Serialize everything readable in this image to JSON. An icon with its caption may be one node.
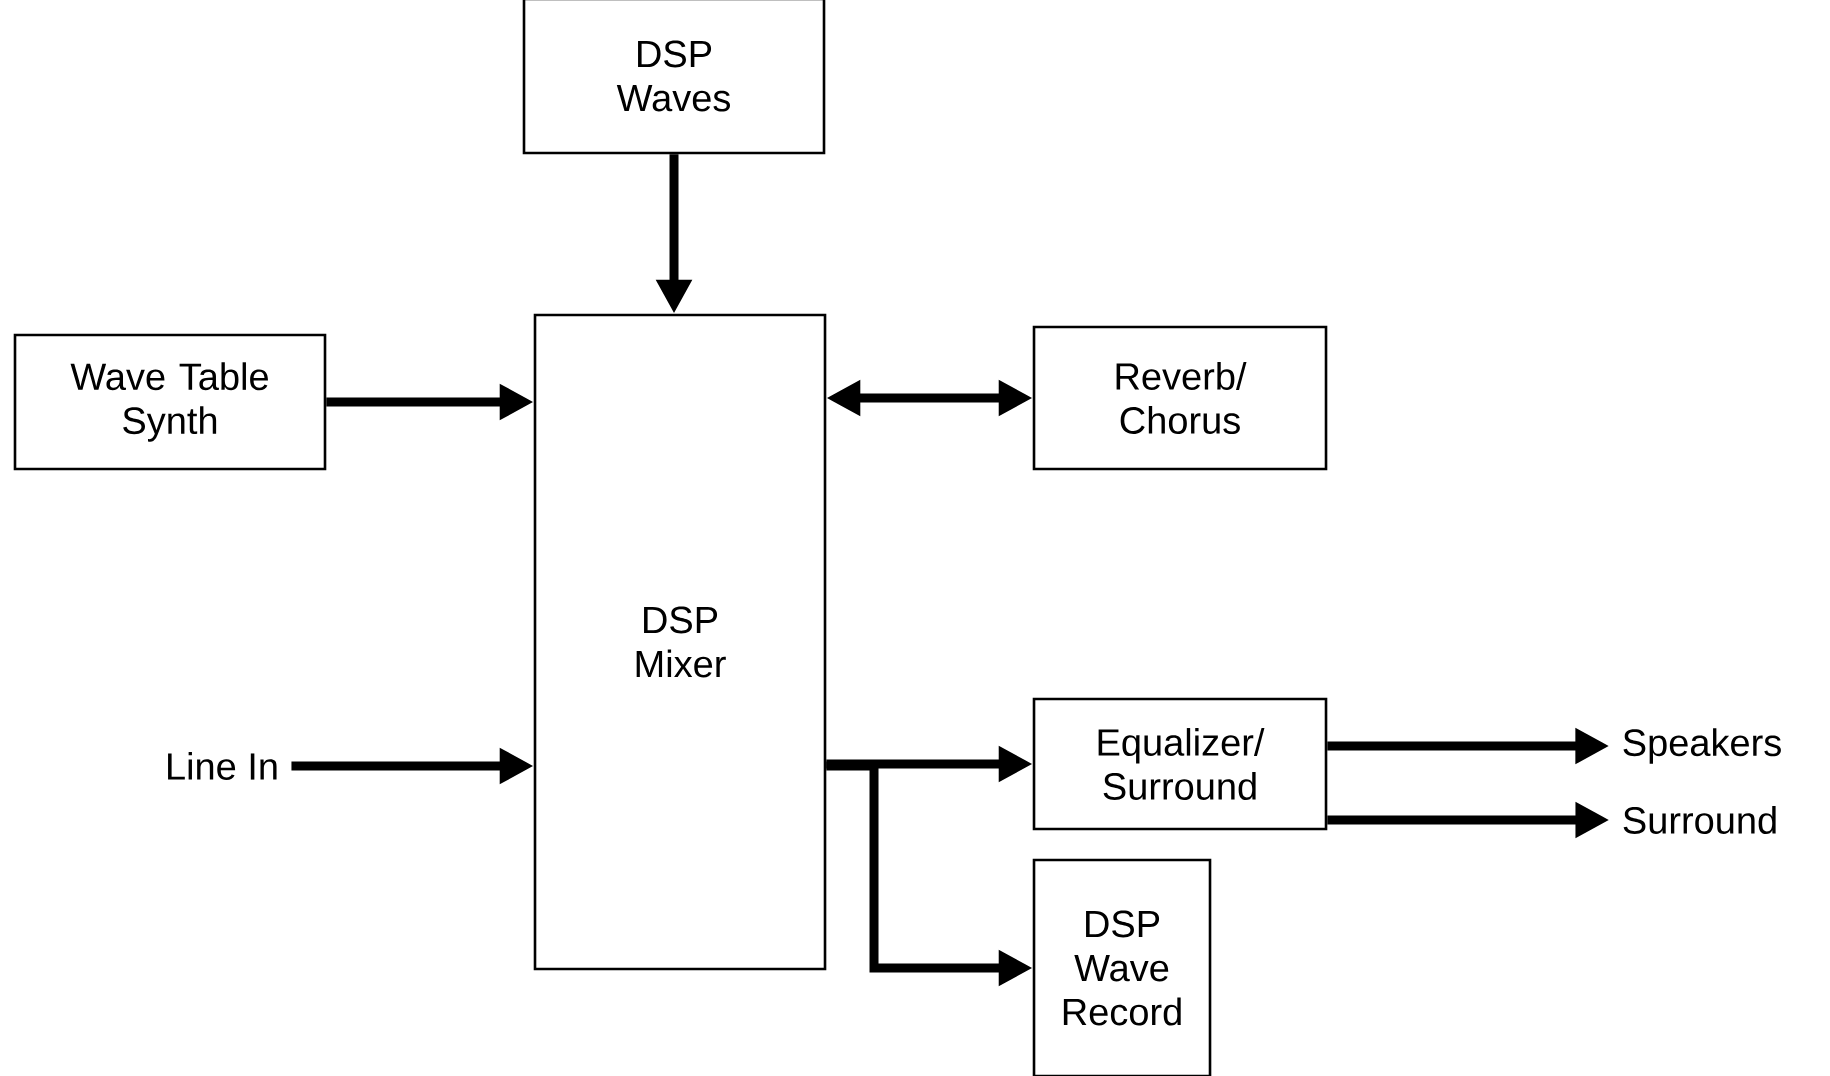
{
  "diagram": {
    "nodes": [
      {
        "text": [
          "DSP Waves"
        ]
      },
      {
        "text": [
          "Wave Table Synth"
        ]
      },
      {
        "text": [
          "DSP Mixer"
        ]
      },
      {
        "text": [
          "Reverb/ Chorus"
        ]
      },
      {
        "text": [
          "Line In"
        ]
      },
      {
        "text": [
          "Equalizer/ Surround"
        ]
      },
      {
        "text": [
          "Speakers"
        ]
      },
      {
        "text": [
          "Surround"
        ]
      },
      {
        "text": [
          "DSP Wave Record"
        ]
      }
    ],
    "edges": [
      {
        "from": 0,
        "to": 2,
        "arrow": "to"
      },
      {
        "from": 1,
        "to": 2,
        "arrow": "to"
      },
      {
        "from": 2,
        "to": 3,
        "arrow": "both"
      },
      {
        "from": 4,
        "to": 2,
        "arrow": "to"
      },
      {
        "from": 2,
        "to": 5,
        "arrow": "to"
      },
      {
        "from": 2,
        "to": 8,
        "arrow": "to"
      },
      {
        "from": 5,
        "to": 6,
        "arrow": "to"
      },
      {
        "from": 5,
        "to": 7,
        "arrow": "to"
      }
    ]
  }
}
